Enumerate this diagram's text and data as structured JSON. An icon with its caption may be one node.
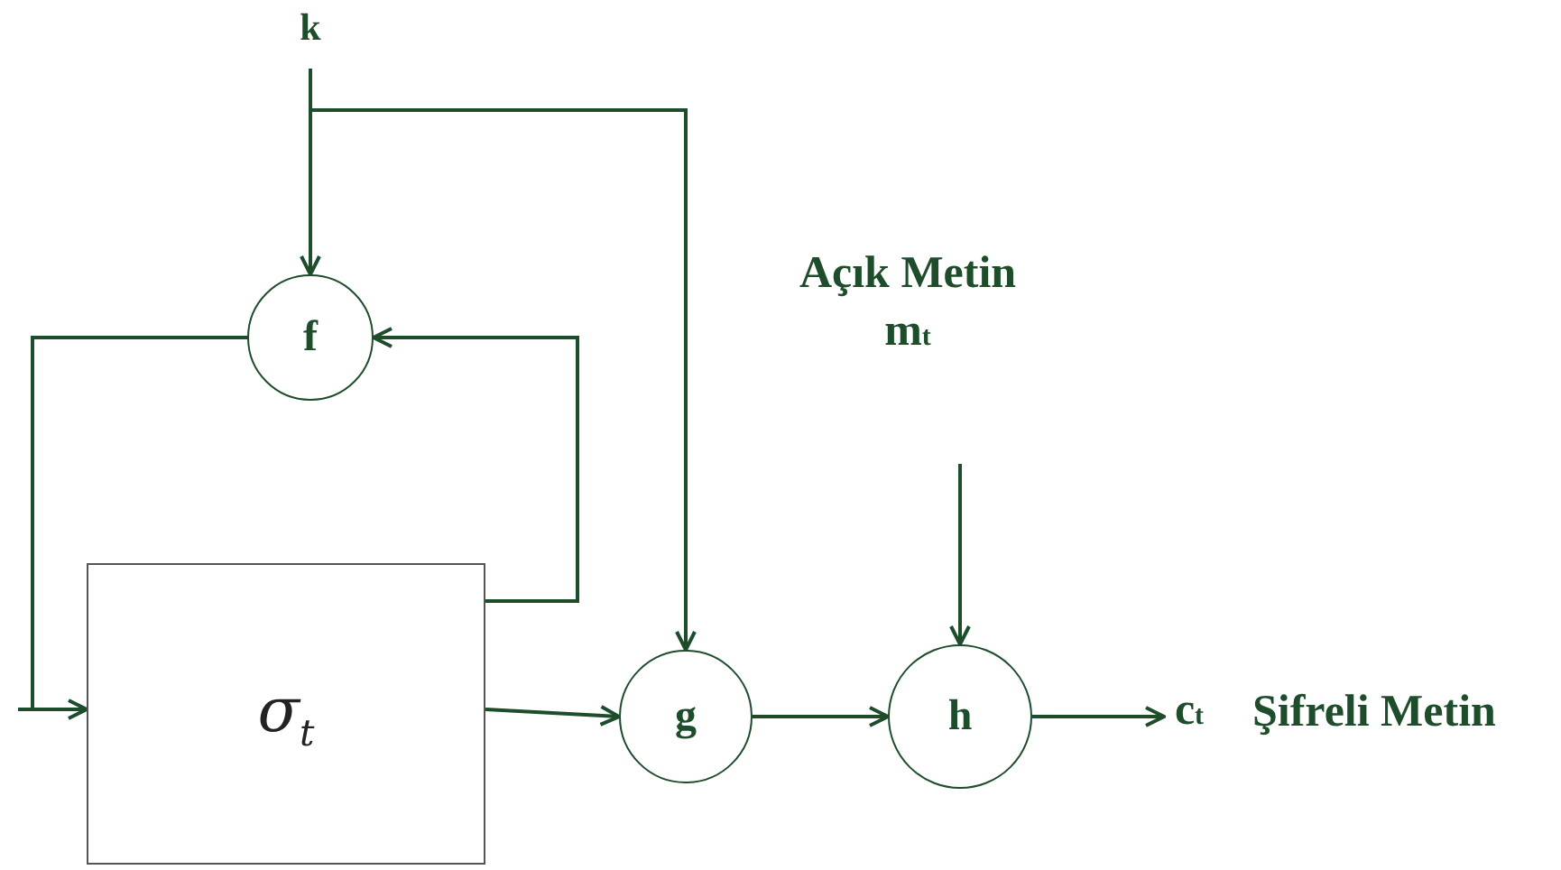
{
  "diagram": {
    "nodes": [
      {
        "text": [
          "k"
        ]
      },
      {
        "text": [
          "f"
        ]
      },
      {
        "text": [
          "σ$_{t}$"
        ]
      },
      {
        "text": [
          "g"
        ]
      },
      {
        "text": [
          "Açık Metin",
          "m$_{t}$"
        ]
      },
      {
        "text": [
          "h"
        ]
      },
      {
        "text": [
          "c$_{t}$"
        ],
        "beside": [
          "Şifreli Metin"
        ]
      }
    ],
    "edges": [
      {
        "from": 0,
        "to": 1,
        "arrow": "to"
      },
      {
        "from": 0,
        "to": 3,
        "arrow": "to"
      },
      {
        "from": 1,
        "to": 2,
        "arrow": "to"
      },
      {
        "from": 2,
        "to": 1,
        "arrow": "to"
      },
      {
        "from": 2,
        "to": 3,
        "arrow": "to"
      },
      {
        "from": 4,
        "to": 5,
        "arrow": "to"
      },
      {
        "from": 3,
        "to": 5,
        "arrow": "to"
      },
      {
        "from": 5,
        "to": 6,
        "arrow": "to"
      }
    ]
  }
}
